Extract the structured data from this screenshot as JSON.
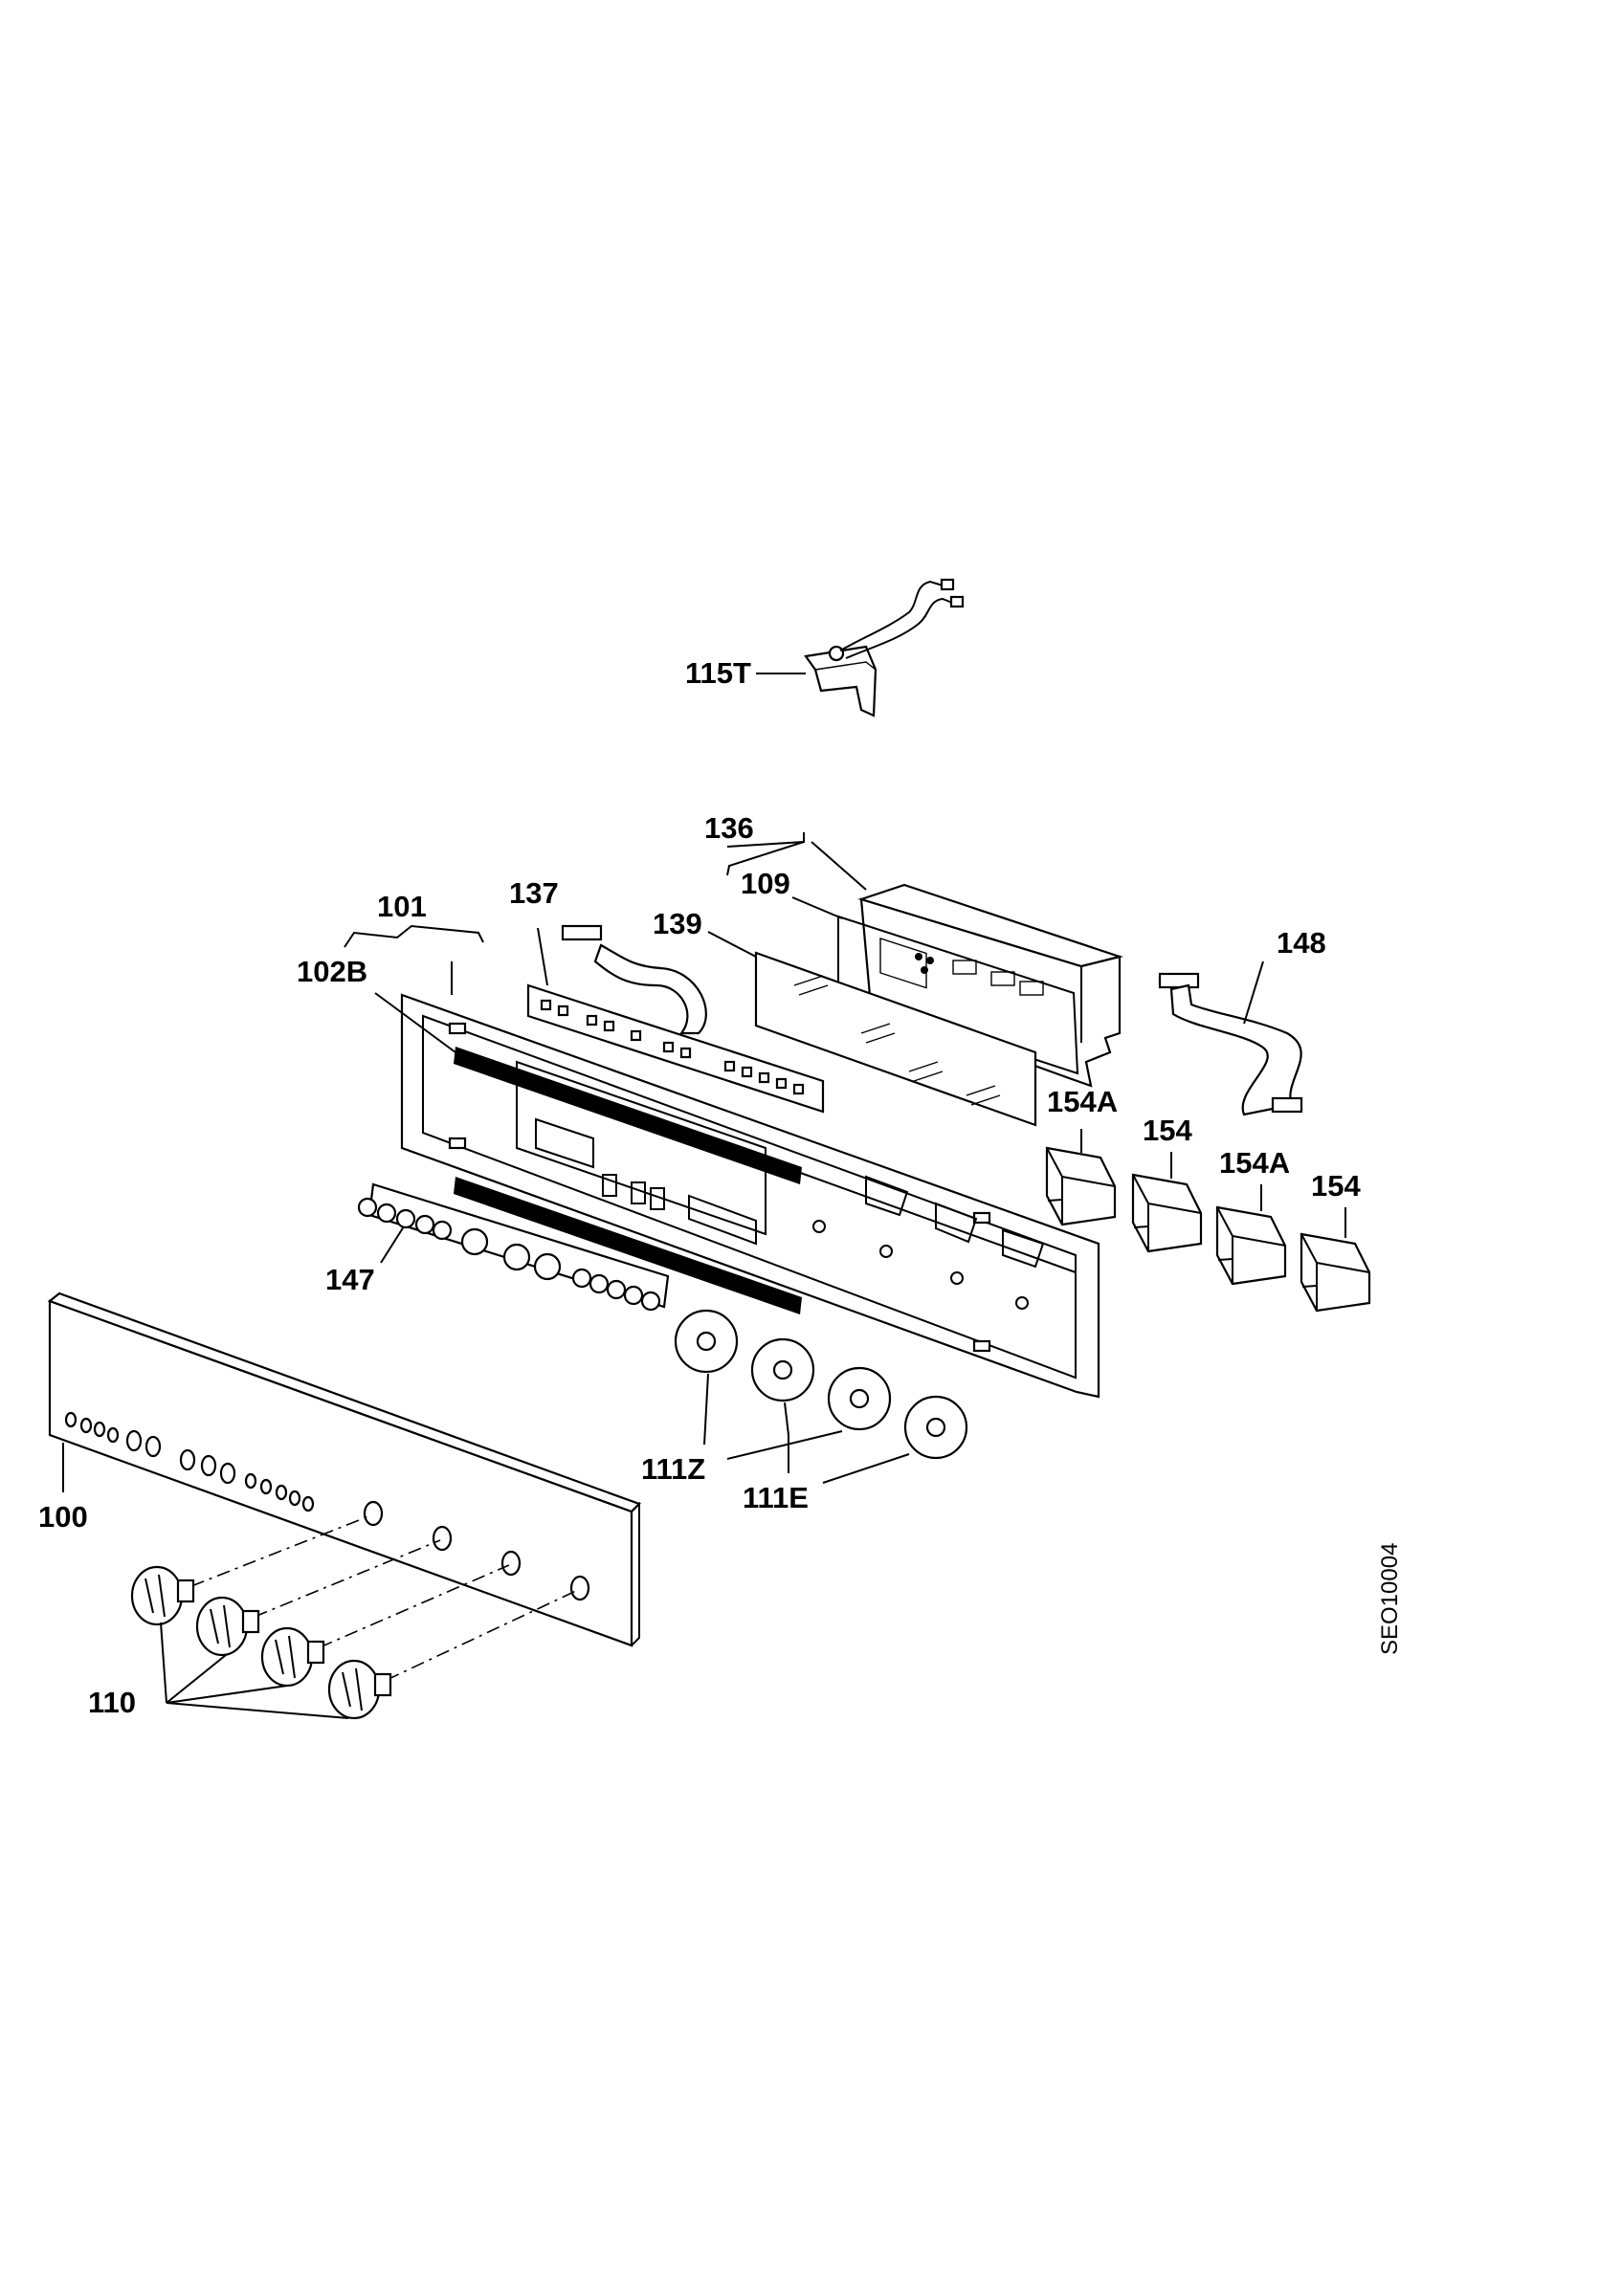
{
  "diagram": {
    "callouts": {
      "p115T": "115T",
      "p136": "136",
      "p109": "109",
      "p101": "101",
      "p137": "137",
      "p139": "139",
      "p148": "148",
      "p102B": "102B",
      "p154A_1": "154A",
      "p154_1": "154",
      "p154A_2": "154A",
      "p154_2": "154",
      "p147": "147",
      "p111Z": "111Z",
      "p111E": "111E",
      "p100": "100",
      "p110": "110"
    },
    "drawing_code": "SEO10004"
  }
}
